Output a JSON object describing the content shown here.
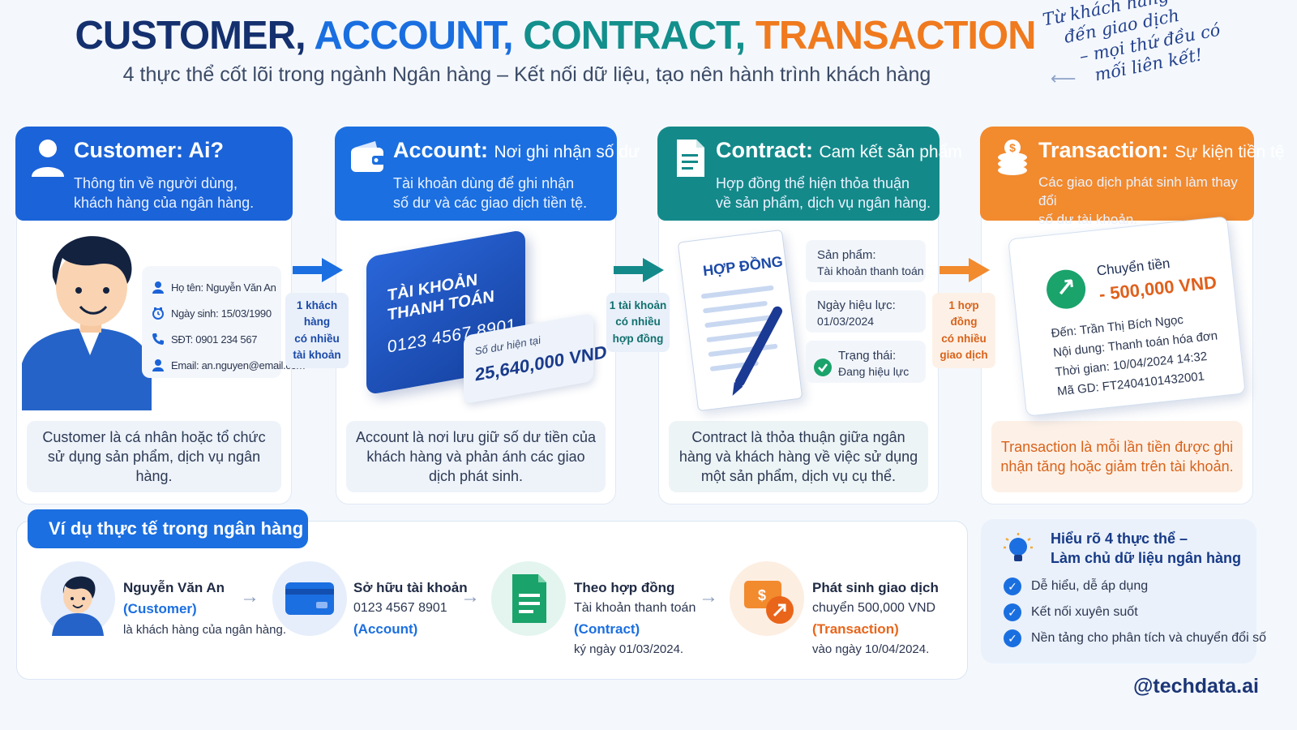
{
  "header": {
    "title_1": "CUSTOMER,",
    "title_2": "ACCOUNT,",
    "title_3": "CONTRACT,",
    "title_4": "TRANSACTION",
    "subtitle": "4 thực thể cốt lõi trong ngành Ngân hàng – Kết nối dữ liệu, tạo nên hành trình khách hàng"
  },
  "handwritten": {
    "line1": "Từ khách hàng",
    "line2": "đến giao dịch",
    "line3": "– mọi thứ đều có",
    "line4": "mối liên kết!"
  },
  "colors": {
    "customer": "#1b63d8",
    "account": "#1b6fe0",
    "contract": "#14898a",
    "transaction": "#f28a2e"
  },
  "customer": {
    "title": "Customer: Ai?",
    "desc1": "Thông tin về người dùng,",
    "desc2": "khách hàng của ngân hàng.",
    "name_row": "Họ tên: Nguyễn Văn An",
    "dob_row": "Ngày sinh: 15/03/1990",
    "phone_row": "SĐT: 0901 234 567",
    "email_row": "Email: an.nguyen@email.com",
    "caption": "Customer là cá nhân hoặc tổ chức sử dụng sản phẩm, dịch vụ ngân hàng."
  },
  "account": {
    "title": "Account:",
    "title_sub": "Nơi ghi nhận số dư",
    "desc1": "Tài khoản dùng để ghi nhận",
    "desc2": "số dư và các giao dịch tiền tệ.",
    "card_l1": "TÀI KHOẢN",
    "card_l2": "THANH TOÁN",
    "card_number": "0123 4567 8901",
    "balance_label": "Số dư hiện tại",
    "balance_value": "25,640,000 VND",
    "caption": "Account là nơi lưu giữ số dư tiền của khách hàng và phản ánh các giao dịch phát sinh."
  },
  "contract": {
    "title": "Contract:",
    "title_sub": "Cam kết sản phẩm",
    "desc1": "Hợp đồng thể hiện thỏa thuận",
    "desc2": "về sản phẩm, dịch vụ ngân hàng.",
    "doc_title": "HỢP ĐỒNG",
    "product_label": "Sản phẩm:",
    "product_value": "Tài khoản thanh toán",
    "date_label": "Ngày hiệu lực:",
    "date_value": "01/03/2024",
    "status_label": "Trạng thái:",
    "status_value": "Đang hiệu lực",
    "caption": "Contract là thỏa thuận giữa ngân hàng và khách hàng về việc sử dụng một sản phẩm, dịch vụ cụ thể."
  },
  "transaction": {
    "title": "Transaction:",
    "title_sub": "Sự kiện tiền tệ",
    "desc1": "Các giao dịch phát sinh làm thay đổi",
    "desc2": "số dư tài khoản.",
    "receipt_title": "Chuyển tiền",
    "receipt_amount": "- 500,000 VND",
    "to": "Đến: Trần Thị Bích Ngọc",
    "content": "Nội dung: Thanh toán hóa đơn",
    "time": "Thời gian: 10/04/2024 14:32",
    "txn_id": "Mã GD: FT2404101432001",
    "caption": "Transaction là mỗi lần tiền được ghi nhận tăng hoặc giảm trên tài khoản."
  },
  "connectors": [
    {
      "l1": "1 khách hàng",
      "l2": "có nhiều",
      "l3": "tài khoản"
    },
    {
      "l1": "1 tài khoản",
      "l2": "có nhiều",
      "l3": "hợp đồng"
    },
    {
      "l1": "1 hợp đồng",
      "l2": "có nhiều",
      "l3": "giao dịch"
    }
  ],
  "example": {
    "tab": "Ví dụ thực tế trong ngân hàng",
    "s1_name": "Nguyễn Văn An",
    "s1_role": "(Customer)",
    "s1_desc": "là khách hàng của ngân hàng.",
    "s2_title": "Sở hữu tài khoản",
    "s2_value": "0123 4567 8901",
    "s2_role": "(Account)",
    "s3_title": "Theo hợp đồng",
    "s3_value": "Tài khoản thanh toán",
    "s3_role": "(Contract)",
    "s3_date": "ký ngày 01/03/2024.",
    "s4_title": "Phát sinh giao dịch",
    "s4_value": "chuyển 500,000 VND",
    "s4_role": "(Transaction)",
    "s4_date": "vào ngày 10/04/2024."
  },
  "summary": {
    "title1": "Hiểu rõ 4 thực thể –",
    "title2": "Làm chủ dữ liệu ngân hàng",
    "items": [
      "Dễ hiểu, dễ áp dụng",
      "Kết nối xuyên suốt",
      "Nền tảng cho phân tích và chuyển đổi số"
    ]
  },
  "brand": "@techdata.ai"
}
